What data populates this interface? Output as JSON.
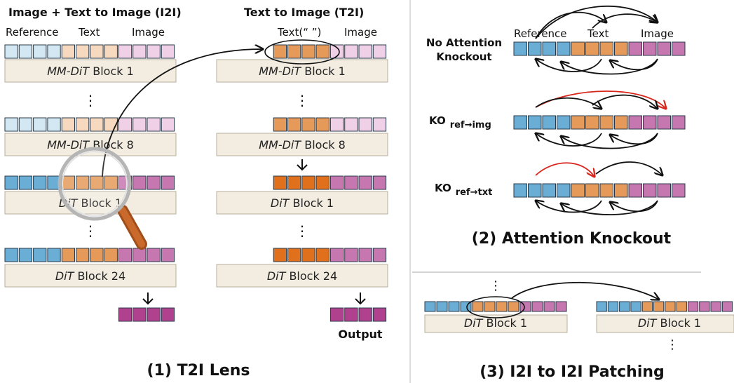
{
  "panel1": {
    "left_title": "Image + Text to Image (I2I)",
    "right_title": "Text to Image (T2I)",
    "col_reference": "Reference",
    "col_text": "Text",
    "col_image": "Image",
    "col_text_empty": "Text(“ ”)",
    "col_image_right": "Image",
    "mm_prefix": "MM-DiT",
    "dit_prefix": "DiT",
    "block1": " Block 1",
    "block8": " Block 8",
    "block24": " Block 24",
    "dit_block1": " Block 1",
    "output_label": "Output",
    "caption": "(1) T2I Lens"
  },
  "panel2": {
    "no_ko_line1": "No Attention",
    "no_ko_line2": "Knockout",
    "ko_label": "KO",
    "ko_ref_img_sub": "ref→img",
    "ko_ref_txt_sub": "ref→txt",
    "col_reference": "Reference",
    "col_text": "Text",
    "col_image": "Image",
    "caption": "(2) Attention Knockout"
  },
  "panel3": {
    "dit_prefix": "DiT",
    "block1": " Block 1",
    "caption": "(3) I2I to I2I Patching"
  },
  "colors": {
    "ref_light": "#d3e8f3",
    "ref": "#6aaed6",
    "text_light": "#f6d9bf",
    "text": "#e69a5a",
    "text_dark": "#e0701c",
    "img_light": "#f0d0e6",
    "img": "#c777b0",
    "img_dark": "#b0418f",
    "block_fill": "#f3ede1",
    "red_arrow": "#d8261c"
  }
}
